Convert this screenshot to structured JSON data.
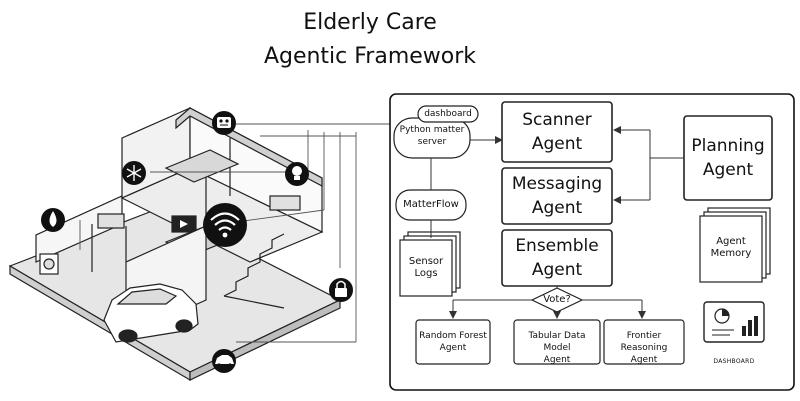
{
  "title": {
    "line1": "Elderly Care",
    "line2": "Agentic Framework"
  },
  "framework": {
    "dashboard_tag": "dashboard",
    "python_server": [
      "Python matter",
      "server"
    ],
    "matterflow": "MatterFlow",
    "sensor_logs": [
      "Sensor",
      "Logs"
    ],
    "scanner_agent": [
      "Scanner",
      "Agent"
    ],
    "messaging_agent": [
      "Messaging",
      "Agent"
    ],
    "ensemble_agent": [
      "Ensemble",
      "Agent"
    ],
    "planning_agent": [
      "Planning",
      "Agent"
    ],
    "agent_memory": [
      "Agent",
      "Memory"
    ],
    "vote": "Vote?",
    "random_forest": [
      "Random Forest",
      "Agent"
    ],
    "tabular_model": [
      "Tabular Data Model",
      "Agent"
    ],
    "frontier_reasoning": [
      "Frontier Reasoning",
      "Agent"
    ],
    "dashboard_label": "DASHBOARD"
  },
  "house_icons": [
    "robot-icon",
    "snowflake-icon",
    "lightbulb-icon",
    "water-drop-icon",
    "wifi-icon",
    "lock-icon",
    "car-icon"
  ]
}
